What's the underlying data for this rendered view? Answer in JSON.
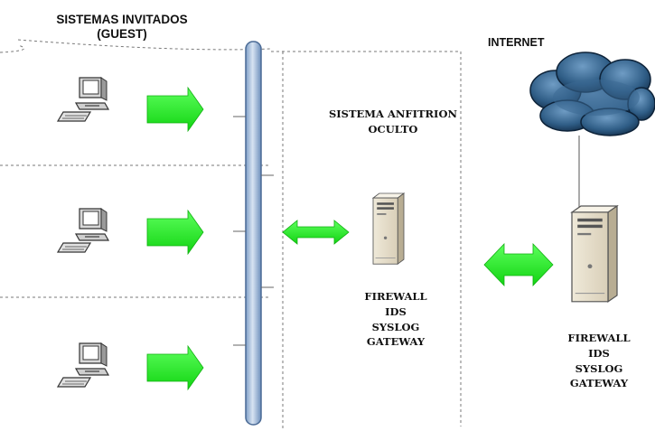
{
  "guest": {
    "title_line1": "SISTEMAS INVITADOS",
    "title_line2": "(GUEST)"
  },
  "host": {
    "title_line1": "SISTEMA ANFITRION",
    "title_line2": "OCULTO",
    "services": [
      "FIREWALL",
      "IDS",
      "SYSLOG",
      "GATEWAY"
    ]
  },
  "internet": {
    "label": "INTERNET",
    "services": [
      "FIREWALL",
      "IDS",
      "SYSLOG",
      "GATEWAY"
    ]
  },
  "colors": {
    "arrow_green": "#22ee22",
    "bus_fill": "#a9c0dc",
    "bus_stroke": "#4a6a95",
    "cloud": "#2f5d86",
    "divider": "#888888"
  },
  "icons": {
    "guest_pc": "desktop-computer-icon",
    "server": "tower-server-icon",
    "cloud": "cloud-icon"
  }
}
